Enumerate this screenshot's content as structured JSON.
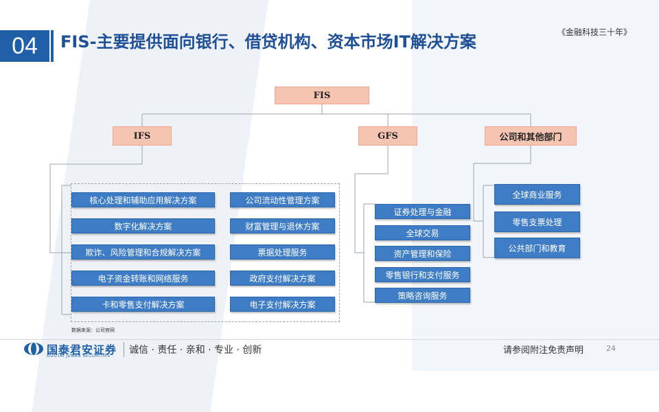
{
  "header": {
    "number": "04",
    "title": "FIS-主要提供面向银行、借贷机构、资本市场IT解决方案",
    "source_ref": "《金融科技三十年》"
  },
  "diagram": {
    "root": "FIS",
    "branches": [
      {
        "label": "IFS",
        "columns": [
          [
            "核心处理和辅助应用解决方案",
            "数字化解决方案",
            "欺诈、风险管理和合规解决方案",
            "电子资金转账和网络服务",
            "卡和零售支付解决方案"
          ],
          [
            "公司流动性管理方案",
            "财富管理与退休方案",
            "票据处理服务",
            "政府支付解决方案",
            "电子支付解决方案"
          ]
        ]
      },
      {
        "label": "GFS",
        "items": [
          "证券处理与金融",
          "全球交易",
          "资产管理和保险",
          "零售银行和支付服务",
          "策略咨询服务"
        ]
      },
      {
        "label": "公司和其他部门",
        "items": [
          "全球商业服务",
          "零售支票处理",
          "公共部门和教育"
        ]
      }
    ]
  },
  "source_note": "数据来源：公司官网",
  "footer": {
    "logo_cn": "国泰君安证券",
    "logo_en": "GUOTAI JUNAN SECURITIES",
    "slogan": "诚信 · 责任 · 亲和 · 专业 · 创新",
    "disclaimer": "请参阅附注免责声明",
    "page": "24"
  },
  "colors": {
    "brand_blue": "#1f5fa8",
    "node_fill": "#f6c5b2",
    "leaf_fill": "#3e7cc6"
  }
}
